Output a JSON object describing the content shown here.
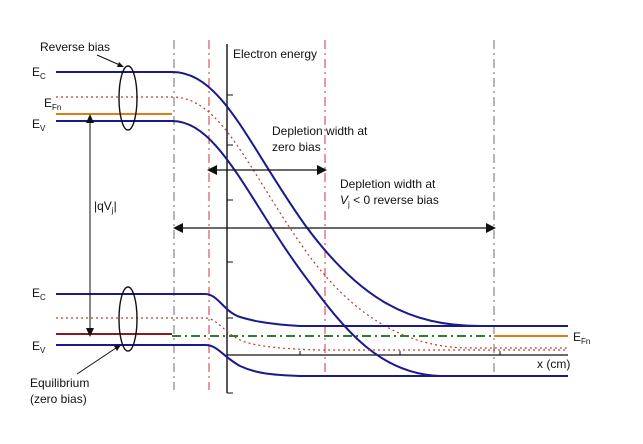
{
  "labels": {
    "reverse_bias": "Reverse bias",
    "electron_energy": "Electron energy",
    "depletion_zero": [
      "Depletion width at",
      "zero bias"
    ],
    "depletion_reverse_line1": "Depletion width at",
    "depletion_reverse_vj": "V",
    "depletion_reverse_sub": "j",
    "depletion_reverse_rest": " < 0 reverse bias",
    "qvj_prefix": "|qV",
    "qvj_sub": "j",
    "qvj_suffix": "|",
    "x_axis": "x (cm)",
    "equilibrium": [
      "Equilibrium",
      "(zero bias)"
    ],
    "ec_main": "E",
    "ec_sub": "C",
    "ev_main": "E",
    "ev_sub": "V",
    "efn_main": "E",
    "efn_sub": "Fn"
  },
  "colors": {
    "band": "#1a1a8c",
    "fermi_orange": "#e07b1a",
    "fermi_brown": "#8b1a1a",
    "dotted_red": "#c0392b",
    "dashdot_green": "#2e7d32",
    "axis": "#111111",
    "guide_grey": "#6e6e6e",
    "guide_red": "#cc3344"
  }
}
